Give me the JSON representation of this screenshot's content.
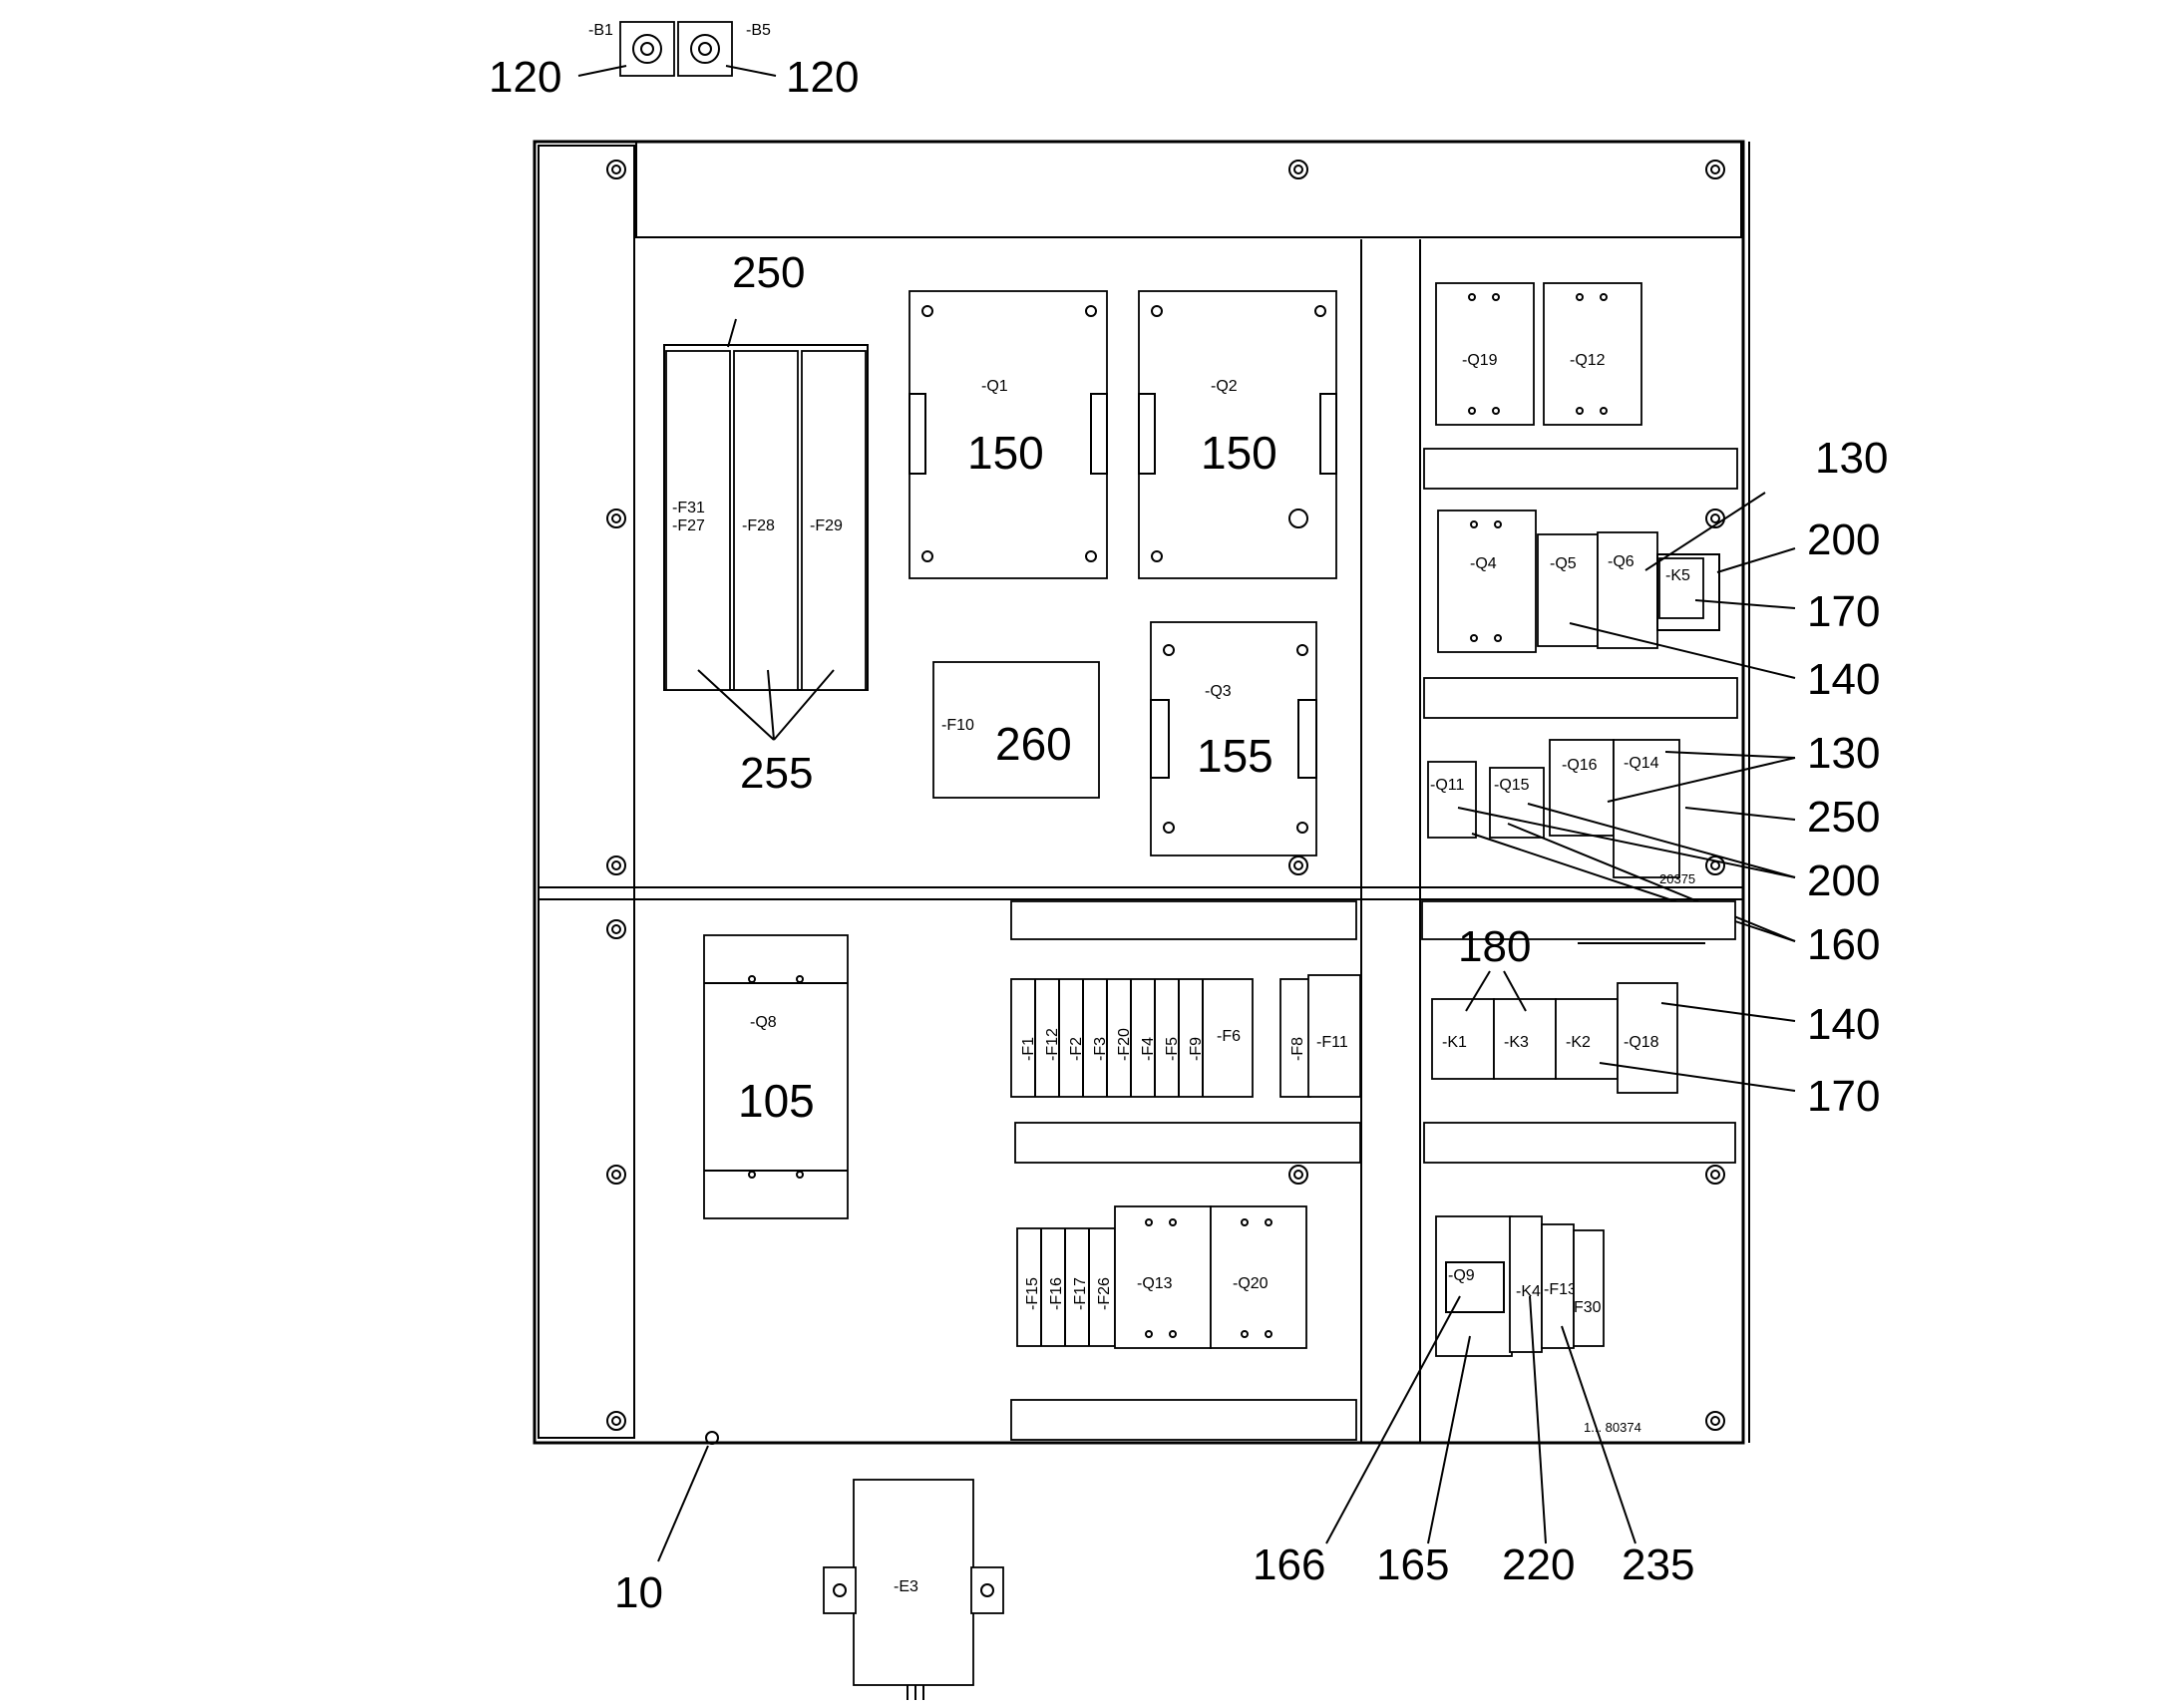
{
  "labels": {
    "B1": "-B1",
    "B5": "-B5",
    "Q1": "-Q1",
    "Q2": "-Q2",
    "Q3": "-Q3",
    "Q4": "-Q4",
    "Q5": "-Q5",
    "Q6": "-Q6",
    "Q8": "-Q8",
    "Q9": "-Q9",
    "Q11": "-Q11",
    "Q12": "-Q12",
    "Q13": "-Q13",
    "Q14": "-Q14",
    "Q15": "-Q15",
    "Q16": "-Q16",
    "Q18": "-Q18",
    "Q19": "-Q19",
    "Q20": "-Q20",
    "K1": "-K1",
    "K2": "-K2",
    "K3": "-K3",
    "K4": "-K4",
    "K5": "-K5",
    "F31": "-F31",
    "F27": "-F27",
    "F28": "-F28",
    "F29": "-F29",
    "F10": "-F10",
    "F6": "-F6",
    "F8": "-F8",
    "F11": "-F11",
    "F13": "-F13",
    "F30": "F30",
    "E3": "-E3",
    "fuse_row_1": [
      "-F1",
      "-F12",
      "-F2",
      "-F3",
      "-F20",
      "-F4",
      "-F5",
      "-F9"
    ],
    "fuse_row_2": [
      "-F15",
      "-F16",
      "-F17",
      "-F26"
    ]
  },
  "callouts": {
    "n120a": "120",
    "n120b": "120",
    "n250a": "250",
    "n255": "255",
    "n150a": "150",
    "n150b": "150",
    "n155": "155",
    "n260": "260",
    "n105": "105",
    "n130a": "130",
    "n200a": "200",
    "n170a": "170",
    "n140a": "140",
    "n130b": "130",
    "n250b": "250",
    "n200b": "200",
    "n160": "160",
    "n180": "180",
    "n140b": "140",
    "n170b": "170",
    "n10": "10",
    "n166": "166",
    "n165": "165",
    "n220": "220",
    "n235": "235"
  },
  "drawing_ids": {
    "upper": "20375",
    "lower": "1... 80374"
  }
}
